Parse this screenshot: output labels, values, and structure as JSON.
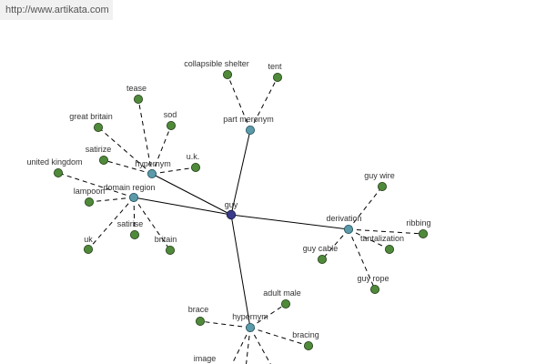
{
  "banner": {
    "url": "http://www.artikata.com"
  },
  "colors": {
    "leaf": "#4f8a3a",
    "relation": "#5b9aa8",
    "center": "#3a3a8a",
    "banner_bg": "#f1f1f1"
  },
  "graph": {
    "center": "guy",
    "relations": [
      {
        "label": "part meronym",
        "children": [
          "collapsible shelter",
          "tent"
        ]
      },
      {
        "label": "hypernym",
        "children": [
          "tease",
          "sod",
          "great britain",
          "satirize",
          "u.k."
        ]
      },
      {
        "label": "domain region",
        "children": [
          "united kingdom",
          "lampoon",
          "uk",
          "satirise",
          "britain"
        ]
      },
      {
        "label": "derivation",
        "children": [
          "guy wire",
          "ribbing",
          "tantalization",
          "guy cable",
          "guy rope"
        ]
      },
      {
        "label": "hypernym",
        "children": [
          "adult male",
          "brace",
          "bracing",
          "image"
        ]
      }
    ]
  }
}
